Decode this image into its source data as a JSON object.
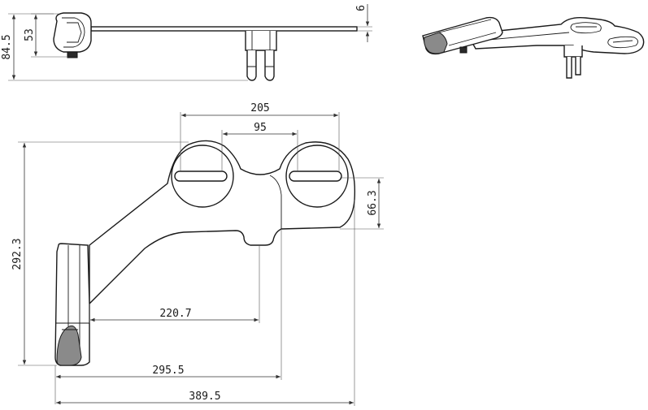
{
  "dimensions": {
    "side_total_height": "84.5",
    "side_knob_height": "53",
    "side_plate_thickness": "6",
    "top_outer_span": "205",
    "top_inner_span": "95",
    "top_right_height": "66.3",
    "left_total_height": "292.3",
    "bottom_inner": "220.7",
    "bottom_middle": "295.5",
    "bottom_overall": "389.5"
  }
}
